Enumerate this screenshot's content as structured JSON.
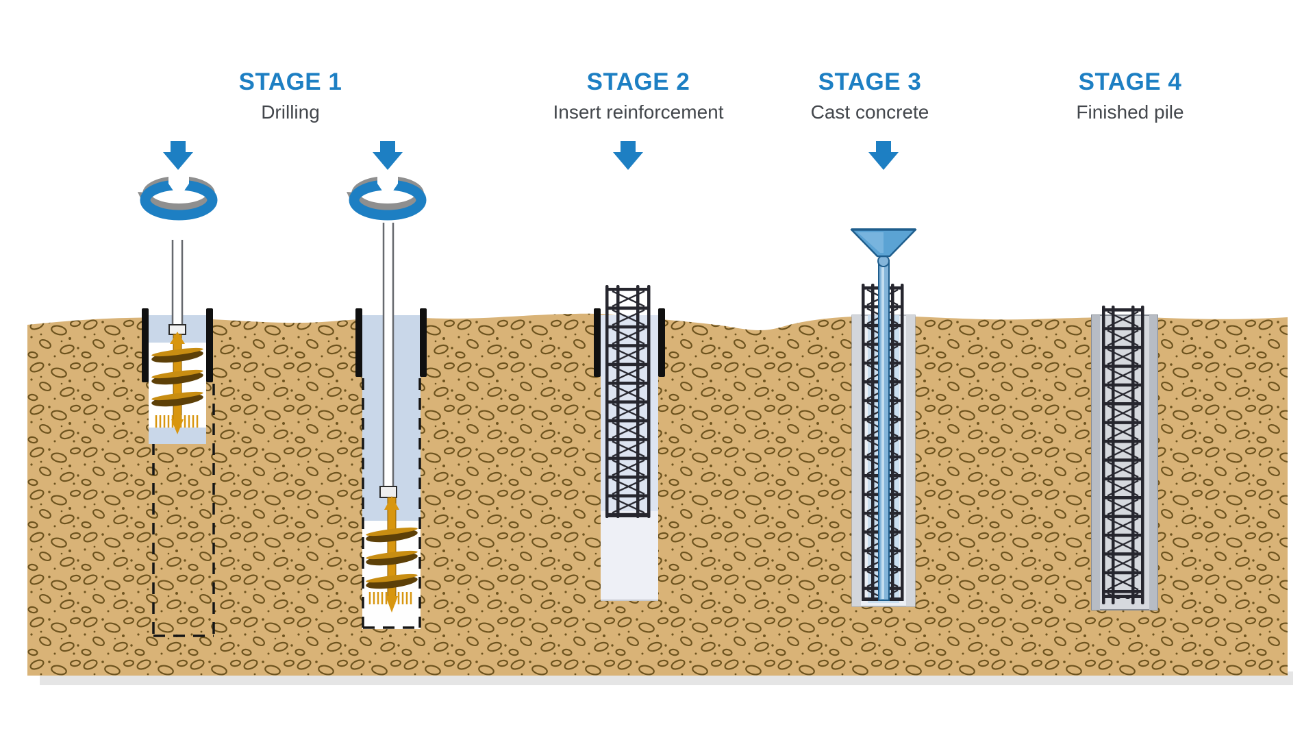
{
  "diagram": {
    "subject": "bored-pile-construction-stages",
    "stage_count": 4
  },
  "stages": [
    {
      "id": 1,
      "label": "STAGE 1",
      "caption": "Drilling"
    },
    {
      "id": 2,
      "label": "STAGE 2",
      "caption": "Insert reinforcement"
    },
    {
      "id": 3,
      "label": "STAGE 3",
      "caption": "Cast concrete"
    },
    {
      "id": 4,
      "label": "STAGE 4",
      "caption": "Finished pile"
    }
  ],
  "icons": {
    "down_arrow": "solid blue downward arrow",
    "rotation_ring": "blue drilling ring with gray rotation arrow",
    "auger": "orange helical drill bit",
    "funnel": "blue concrete casting funnel with tremie pipe",
    "rebar_cage": "dark steel reinforcement cage with cross bracing"
  },
  "colors": {
    "accent": "#1d7fc3",
    "caption_text": "#43474c",
    "soil": "#d9b377",
    "pebble": "#6d531e",
    "fluid": "#c9d7e9",
    "hole_upper": "#dde4f1",
    "hole_lower": "#eef0f6",
    "steel": "#26262e",
    "casing": "#101010",
    "rod_gray": "#66696e",
    "auger": "#d8960f",
    "auger_dark": "#5d4008",
    "auger_hi": "#c88d12",
    "concrete": "#d6d9de",
    "concrete_edge": "#b7bcc4",
    "funnel": "#5ba3d4",
    "funnel_dark": "#1e5d8c",
    "pipe": "#84b5da",
    "blue_core": "#c7dcee",
    "rotator_gray": "#8f8f8f",
    "shadow": "#cfcfcf"
  }
}
